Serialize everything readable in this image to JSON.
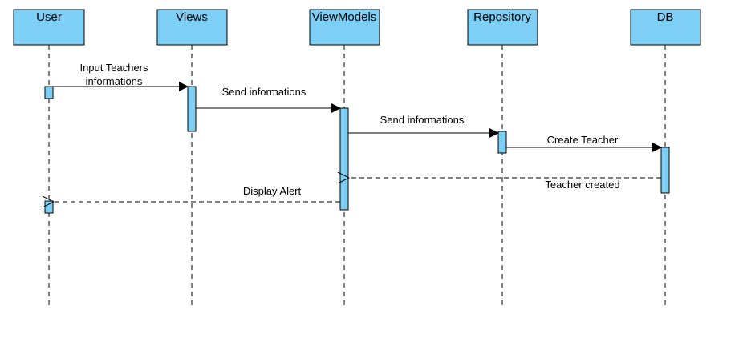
{
  "diagram": {
    "type": "sequence",
    "colors": {
      "actor_fill": "#7dcff5",
      "activation_fill": "#7dcff5",
      "stroke": "#000000",
      "background": "#ffffff"
    },
    "participants": [
      {
        "id": "user",
        "label": "User"
      },
      {
        "id": "views",
        "label": "Views"
      },
      {
        "id": "viewmodels",
        "label": "ViewModels"
      },
      {
        "id": "repository",
        "label": "Repository"
      },
      {
        "id": "db",
        "label": "DB"
      }
    ],
    "messages": [
      {
        "from": "user",
        "to": "views",
        "label_lines": [
          "Input Teachers",
          "informations"
        ],
        "style": "sync"
      },
      {
        "from": "views",
        "to": "viewmodels",
        "label_lines": [
          "Send informations"
        ],
        "style": "sync"
      },
      {
        "from": "viewmodels",
        "to": "repository",
        "label_lines": [
          "Send informations"
        ],
        "style": "sync"
      },
      {
        "from": "repository",
        "to": "db",
        "label_lines": [
          "Create Teacher"
        ],
        "style": "sync"
      },
      {
        "from": "db",
        "to": "viewmodels",
        "label_lines": [
          "Teacher created"
        ],
        "style": "return"
      },
      {
        "from": "viewmodels",
        "to": "user",
        "label_lines": [
          "Display Alert"
        ],
        "style": "return"
      }
    ]
  }
}
